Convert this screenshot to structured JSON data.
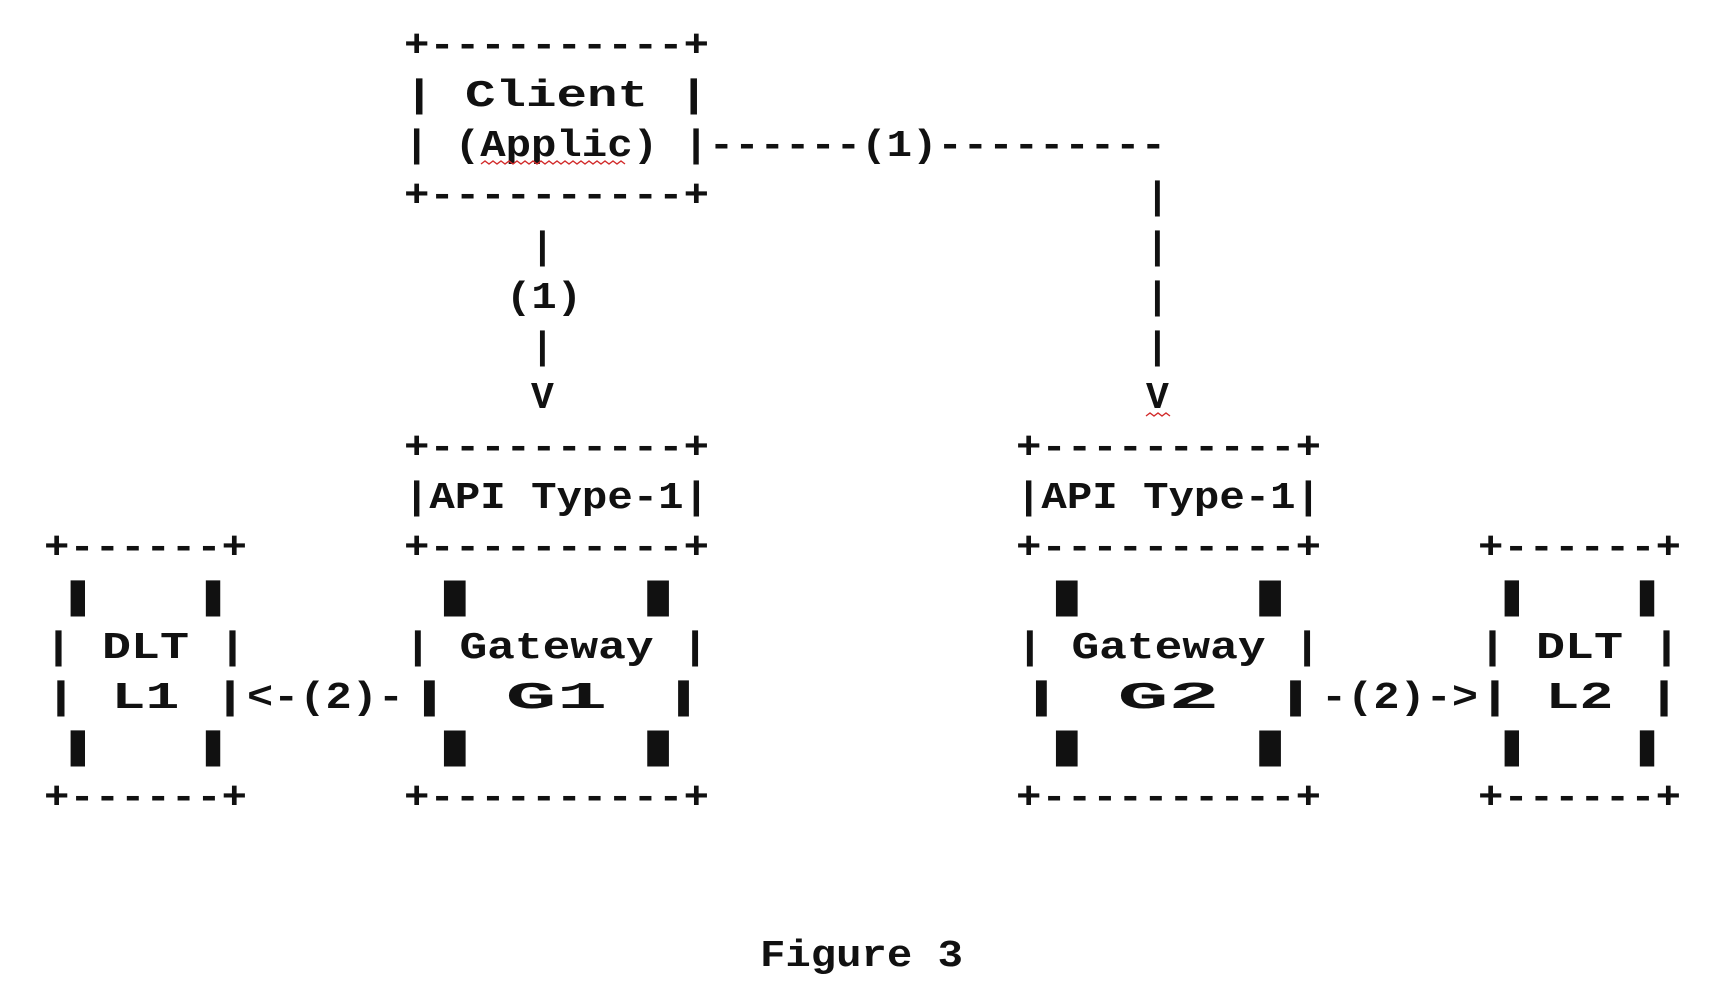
{
  "diagram": {
    "client": {
      "border_top": "+----------+",
      "line1": "|  Client  |",
      "line2": "| (Applic) |------(1)---------",
      "border_bottom": "+----------+"
    },
    "right_connector": {
      "pipe": "|",
      "arrow": "V"
    },
    "left_connector": {
      "pipe": "|",
      "label": "(1)",
      "arrow": "V"
    },
    "api_box_1": {
      "border": "+----------+",
      "label": "|API Type-1|"
    },
    "api_box_2": {
      "border": "+----------+",
      "label": "|API Type-1|"
    },
    "dlt_l1": {
      "border": "+------+",
      "empty": "|      |",
      "line1": "| DLT  |",
      "line2": "|  L1  |"
    },
    "gateway_g1": {
      "border": "+----------+",
      "empty": "|          |",
      "line1": "| Gateway  |",
      "line2": "|    G1    |"
    },
    "link_g1_l1": "<-(2)-",
    "gateway_g2": {
      "border": "+----------+",
      "empty": "|          |",
      "line1": "| Gateway  |",
      "line2": "|    G2    |"
    },
    "link_g2_l2": "-(2)->",
    "dlt_l2": {
      "border": "+------+",
      "empty": "|      |",
      "line1": "| DLT  |",
      "line2": "|  L2  |"
    },
    "caption": "Figure 3"
  },
  "colors": {
    "text": "#111111",
    "background": "#ffffff",
    "spellcheck_underline": "#d22b2b"
  }
}
